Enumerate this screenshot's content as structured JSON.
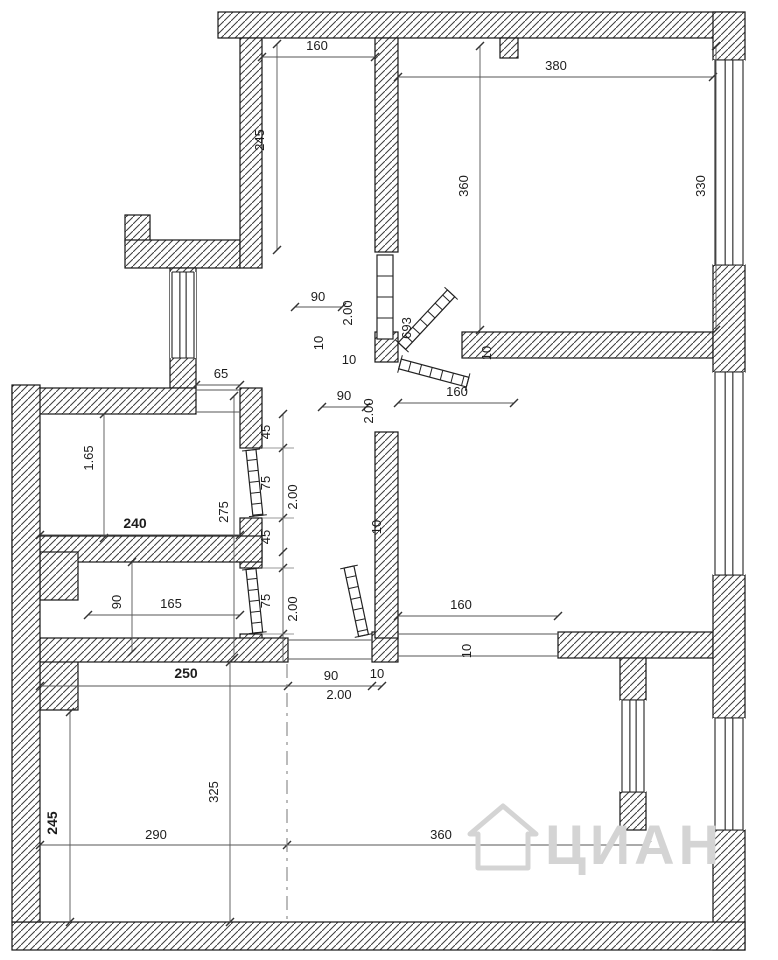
{
  "title": "Apartment floor plan",
  "colors": {
    "background": "#ffffff",
    "wall_outline": "#161616",
    "wall_hatch": "#3c3c3c",
    "dimension_line": "#555555",
    "label_text": "#1c1c1c",
    "watermark": "#d4d4d4"
  },
  "watermark": {
    "text": "ЦИАН"
  },
  "labels": {
    "corridor_width": "160",
    "corridor_length": "245",
    "room_top_width": "380",
    "room_top_depth": "360",
    "room_top_depth_right": "330",
    "door_a_width": "90",
    "door_a_height": "2.00",
    "wall_a_thickness": "10",
    "wall_b_thickness": "10",
    "door_b_width": "90",
    "door_b_height": "2.00",
    "door_mark": "693",
    "opening_top_width": "160",
    "wall_c_thickness": "10",
    "vestibule_opening": "65",
    "room_left_depth": "1.65",
    "room_left_width": "240",
    "room_left_length": "275",
    "pier_a": "45",
    "door_c_width": "75",
    "door_c_height": "2.00",
    "pier_b": "45",
    "closet_depth": "90",
    "closet_width": "165",
    "door_d_width": "75",
    "door_d_height": "2.00",
    "wall_d_thickness": "10",
    "opening_bottom_width": "160",
    "wall_e_thickness": "10",
    "room_bottom_left_width": "250",
    "door_e_width": "90",
    "wall_f_thickness": "10",
    "door_e_height": "2.00",
    "room_bottom_depth": "325",
    "room_bottom_left_edge": "245",
    "room_bottom_span_left": "290",
    "room_bottom_span_right": "360"
  }
}
